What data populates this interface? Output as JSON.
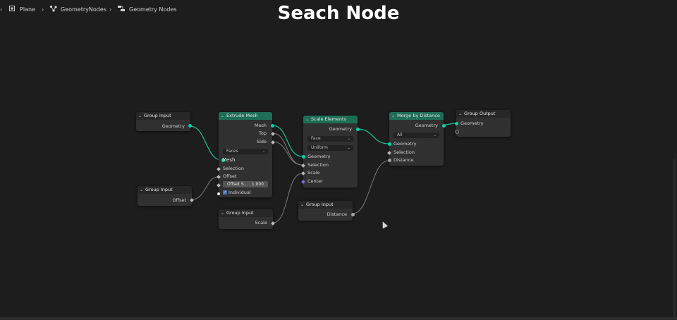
{
  "title": "Seach Node",
  "breadcrumb": {
    "items": [
      "Plane",
      "GeometryNodes",
      "Geometry Nodes"
    ],
    "icons": [
      "object-icon",
      "node-tree-icon",
      "node-editor-icon"
    ]
  },
  "colors": {
    "background": "#1d1d1d",
    "geometry_header": "#1e6e55",
    "geometry_socket": "#00d6a3",
    "float_socket": "#a1a1a1",
    "field_socket": "#b9b9b9"
  },
  "nodes": {
    "group_input_1": {
      "title": "Group Input",
      "outputs": [
        "Geometry"
      ]
    },
    "group_input_2": {
      "title": "Group Input",
      "outputs": [
        "Offset"
      ]
    },
    "group_input_3": {
      "title": "Group Input",
      "outputs": [
        "Scale"
      ]
    },
    "group_input_4": {
      "title": "Group Input",
      "outputs": [
        "Distance"
      ]
    },
    "extrude_mesh": {
      "title": "Extrude Mesh",
      "outputs": [
        "Mesh",
        "Top",
        "Side"
      ],
      "mode": "Faces",
      "inputs": [
        "Mesh",
        "Selection",
        "Offset"
      ],
      "offset_scale_label": "Offset S...",
      "offset_scale_value": "1.000",
      "individual_label": "Individual",
      "individual_checked": true
    },
    "scale_elements": {
      "title": "Scale Elements",
      "outputs": [
        "Geometry"
      ],
      "domain": "Face",
      "scale_mode": "Uniform",
      "inputs": [
        "Geometry",
        "Selection",
        "Scale",
        "Center"
      ]
    },
    "merge_by_distance": {
      "title": "Merge by Distance",
      "outputs": [
        "Geometry"
      ],
      "mode": "All",
      "inputs": [
        "Geometry",
        "Selection",
        "Distance"
      ]
    },
    "group_output": {
      "title": "Group Output",
      "inputs": [
        "Geometry"
      ]
    }
  }
}
